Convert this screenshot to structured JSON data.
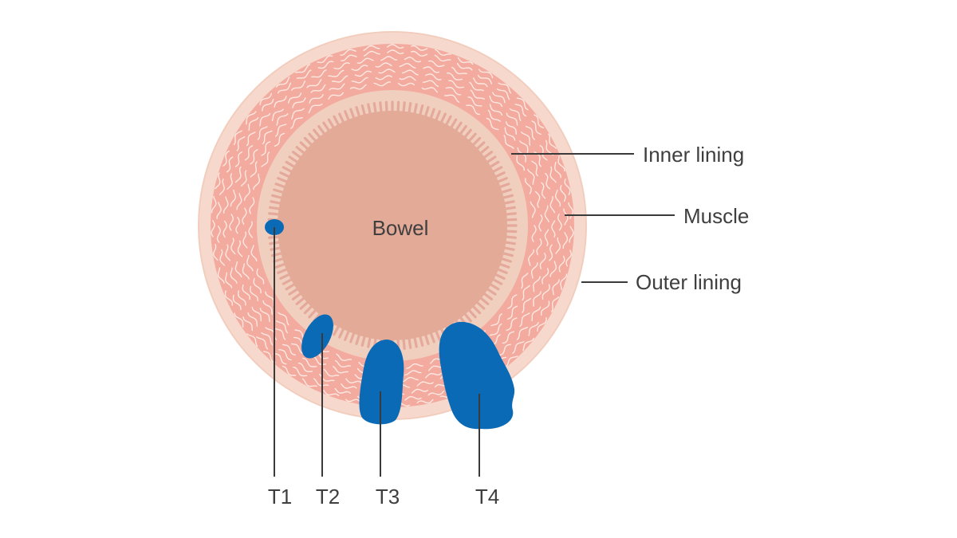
{
  "diagram": {
    "center_label": "Bowel",
    "layers": [
      {
        "key": "inner",
        "label": "Inner lining"
      },
      {
        "key": "muscle",
        "label": "Muscle"
      },
      {
        "key": "outer",
        "label": "Outer lining"
      }
    ],
    "stages": [
      {
        "key": "t1",
        "label": "T1"
      },
      {
        "key": "t2",
        "label": "T2"
      },
      {
        "key": "t3",
        "label": "T3"
      },
      {
        "key": "t4",
        "label": "T4"
      }
    ],
    "colors": {
      "outer_lining": "#f6d9cc",
      "muscle": "#f3aa9f",
      "muscle_fibers": "#fde9e2",
      "inner_lining": "#f1cfbf",
      "villi": "#e4a99a",
      "lumen": "#e3aa98",
      "tumor": "#0a6ab5",
      "leader_lines": "#3a3a3a",
      "text": "#3f3f3f"
    }
  }
}
